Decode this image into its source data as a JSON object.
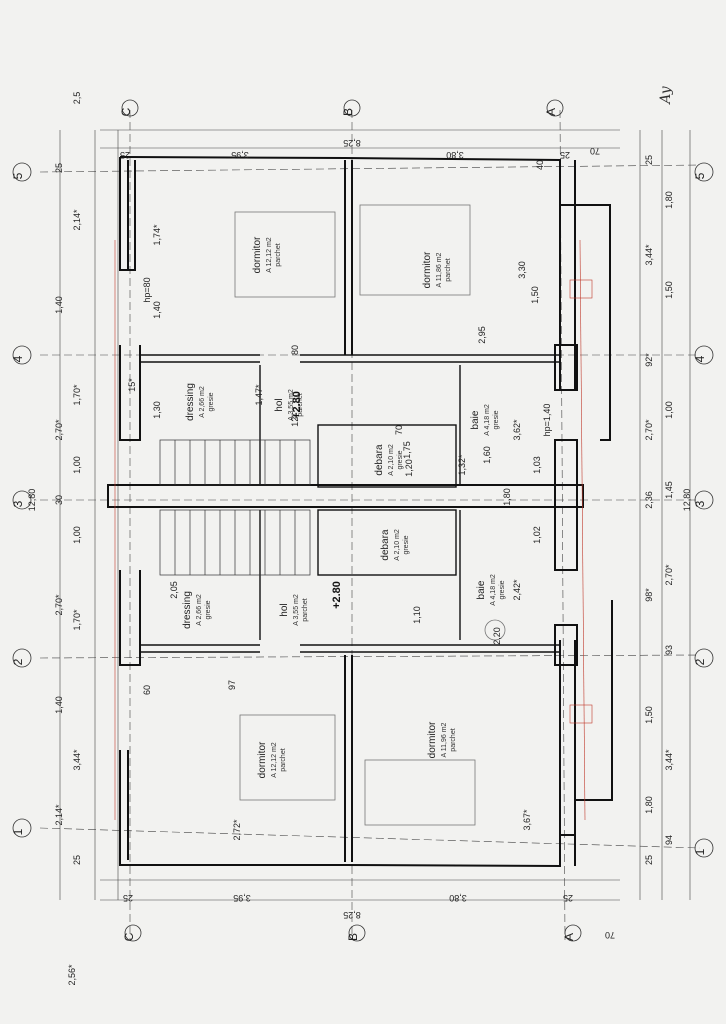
{
  "axes": {
    "letters": [
      "C",
      "B",
      "A"
    ],
    "numbers": [
      "5",
      "4",
      "3",
      "2",
      "1"
    ]
  },
  "dims": {
    "top_overall": "8,25",
    "top_c_b": "3,95",
    "top_b_a": "3,80",
    "top_left_25": "25",
    "top_right_25": "25",
    "top_70": "70",
    "total_height": "12,80",
    "right_total": "12,80",
    "left_2_56": "2,56*",
    "left_2_5": "2,5",
    "bottom_overall": "8,25",
    "bottom_c_b": "3,95",
    "bottom_b_a": "3,80",
    "bottom_left_25": "25",
    "bottom_right_25": "25",
    "bottom_70": "70",
    "left_chain": [
      "25",
      "2,14*",
      "1,40",
      "1,70*",
      "2,70*",
      "1,00",
      "30",
      "1,00",
      "2,70*",
      "1,70*",
      "1,40",
      "3,44*",
      "2,14*",
      "25"
    ],
    "right_chain": [
      "25",
      "1,80",
      "3,44*",
      "1,50",
      "92*",
      "1,00",
      "2,70*",
      "1,45",
      "2,36",
      "2,70*",
      "98*",
      "93",
      "1,50",
      "3,44*",
      "1,80",
      "94",
      "25"
    ]
  },
  "rooms": [
    {
      "name": "dormitor",
      "area": "A 11,86 m2",
      "floor": "parchet"
    },
    {
      "name": "dormitor",
      "area": "A 11,96 m2",
      "floor": "parchet"
    },
    {
      "name": "dormitor",
      "area": "A 12,12 m2",
      "floor": "parchet"
    },
    {
      "name": "dormitor",
      "area": "A 12,12 m2",
      "floor": "parchet"
    },
    {
      "name": "dressing",
      "area": "A 2,66 m2",
      "floor": "gresie"
    },
    {
      "name": "dressing",
      "area": "A 2,66 m2",
      "floor": "gresie"
    },
    {
      "name": "hol",
      "area": "A 3,55 m2",
      "floor": "parchet"
    },
    {
      "name": "hol",
      "area": "A 3,55 m2",
      "floor": "parchet"
    },
    {
      "name": "debara",
      "area": "A 2,10 m2",
      "floor": "gresie"
    },
    {
      "name": "debara",
      "area": "A 2,10 m2",
      "floor": "gresie"
    },
    {
      "name": "baie",
      "area": "A 4,18 m2",
      "floor": "gresie"
    },
    {
      "name": "baie",
      "area": "A 4,18 m2",
      "floor": "gresie"
    }
  ],
  "levels": [
    "+2.80",
    "+2.80"
  ],
  "inner_dims": [
    "3,30",
    "1,74*",
    "1,40",
    "1,50",
    "1,30",
    "1,20",
    "1,32*",
    "3,62*",
    "3,67*",
    "2,72*",
    "2,95",
    "1,47*",
    "12*",
    "15*",
    "40",
    "80",
    "70",
    "60",
    "97",
    "2,05",
    "2,20",
    "2,42*",
    "1,03",
    "1,02",
    "1,60",
    "1,80",
    "hp=80",
    "hp=1,40",
    "1,75",
    "1,10"
  ],
  "signature": "Ay"
}
